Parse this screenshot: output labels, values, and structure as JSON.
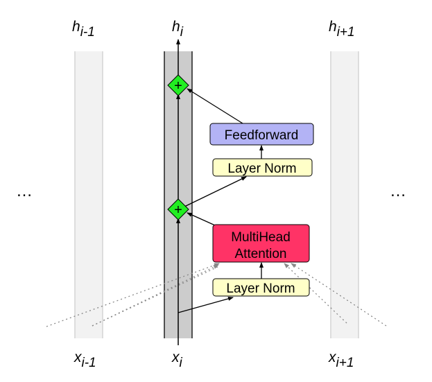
{
  "title": "Transformer block over token sequence",
  "columns": [
    {
      "id": "prev",
      "top_label": {
        "base": "h",
        "sub": "i-1"
      },
      "bottom_label": {
        "base": "x",
        "sub": "i-1"
      }
    },
    {
      "id": "current",
      "top_label": {
        "base": "h",
        "sub": "i"
      },
      "bottom_label": {
        "base": "x",
        "sub": "i"
      }
    },
    {
      "id": "next",
      "top_label": {
        "base": "h",
        "sub": "i+1"
      },
      "bottom_label": {
        "base": "x",
        "sub": "i+1"
      }
    }
  ],
  "ellipsis_left": "…",
  "ellipsis_right": "…",
  "boxes": {
    "feedforward": {
      "label": "Feedforward",
      "fill": "#b3b3f5"
    },
    "layer_norm_top": {
      "label": "Layer Norm",
      "fill": "#ffffc8"
    },
    "attention": {
      "label_line1": "MultiHead",
      "label_line2": "Attention",
      "fill": "#ff3366"
    },
    "layer_norm_bottom": {
      "label": "Layer Norm",
      "fill": "#ffffc8"
    }
  },
  "add_nodes": {
    "symbol": "+",
    "fill": "#22ee22"
  },
  "colors": {
    "active_column": "#cccccc",
    "inactive_column": "#f2f2f2",
    "inactive_border": "#d4d4d4",
    "dotted": "#888888"
  }
}
